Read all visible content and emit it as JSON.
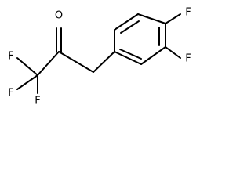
{
  "structure": {
    "atoms": {
      "oxygen": "O",
      "f_cf3_upper": "F",
      "f_cf3_left": "F",
      "f_cf3_lower": "F",
      "f_ring_para": "F",
      "f_ring_meta": "F"
    }
  }
}
